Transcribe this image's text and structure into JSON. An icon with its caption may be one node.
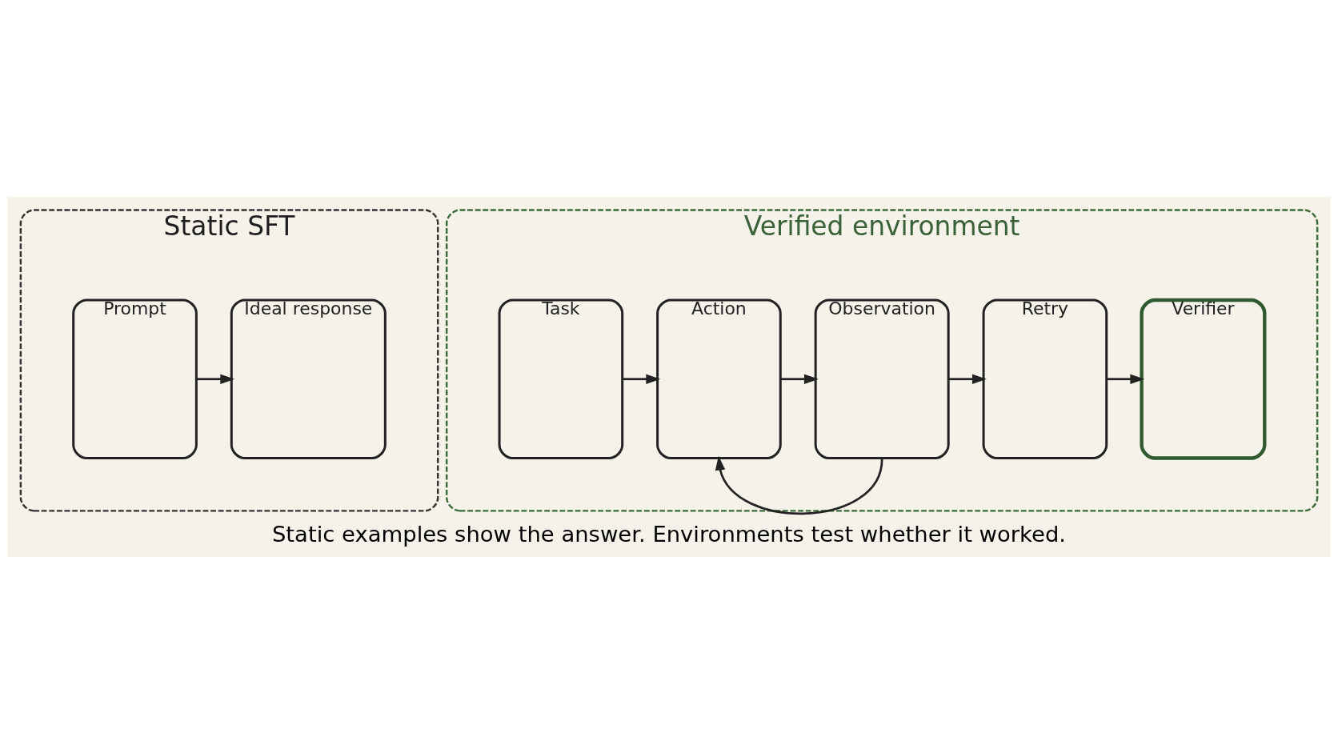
{
  "diagram": {
    "caption": "Static examples show the answer. Environments test whether it worked.",
    "nodes": [
      {
        "text": [
          "Static SFT"
        ]
      },
      {
        "text": [
          "Prompt"
        ],
        "in": 0
      },
      {
        "text": [
          "Ideal response"
        ],
        "in": 0
      },
      {
        "text": [
          "Verified environment"
        ]
      },
      {
        "text": [
          "Task"
        ],
        "in": 3
      },
      {
        "text": [
          "Action"
        ],
        "in": 3
      },
      {
        "text": [
          "Observation"
        ],
        "in": 3
      },
      {
        "text": [
          "Retry"
        ],
        "in": 3
      },
      {
        "text": [
          "Verifier"
        ],
        "in": 3
      }
    ],
    "edges": [
      {
        "from": 1,
        "to": 2,
        "arrow": "to"
      },
      {
        "from": 4,
        "to": 5,
        "arrow": "to"
      },
      {
        "from": 5,
        "to": 6,
        "arrow": "to"
      },
      {
        "from": 6,
        "to": 7,
        "arrow": "to"
      },
      {
        "from": 7,
        "to": 8,
        "arrow": "to"
      },
      {
        "from": 6,
        "to": 5,
        "arrow": "to"
      }
    ]
  }
}
